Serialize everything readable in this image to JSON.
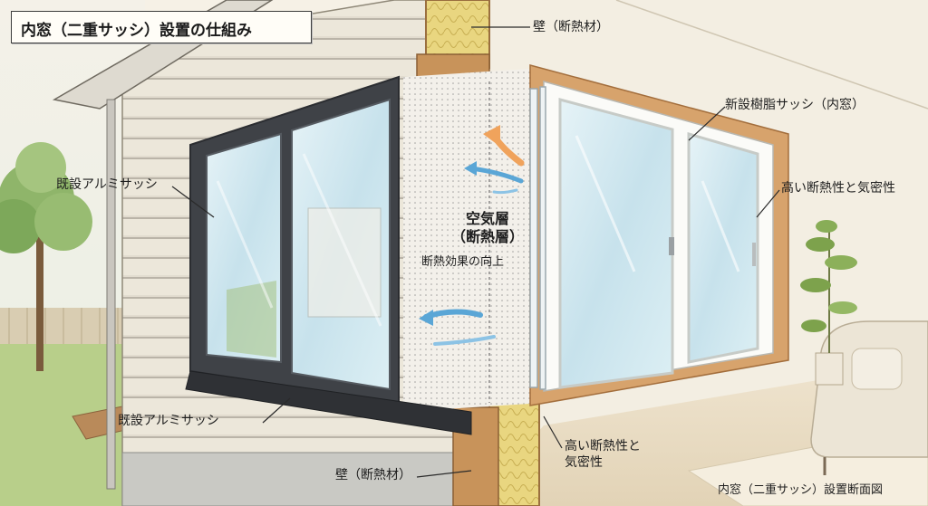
{
  "title": "内窓（二重サッシ）設置の仕組み",
  "caption": "内窓（二重サッシ）設置断面図",
  "labels": {
    "wall_top": "壁（断熱材）",
    "wall_bottom": "壁（断熱材）",
    "new_sash": "新設樹脂サッシ（内窓）",
    "performance_right": "高い断熱性と気密性",
    "performance_bottom_line1": "高い断熱性と",
    "performance_bottom_line2": "気密性",
    "existing_sash_upper": "既設アルミサッシ",
    "existing_sash_lower": "既設アルミサッシ",
    "air_layer_line1": "空気層",
    "air_layer_line2": "（断熱層）",
    "effect": "断熱効果の向上"
  },
  "colors": {
    "siding": "#e9e4d6",
    "interior_wall": "#efe9dc",
    "wood_frame": "#c8935a",
    "insulation": "#e6d27a",
    "aluminum_frame": "#4a4d52",
    "resin_frame": "#f7f7f4",
    "glass": "#cfe6ee",
    "airflow_warm": "#f0a35c",
    "airflow_cool": "#5aa6d6"
  }
}
